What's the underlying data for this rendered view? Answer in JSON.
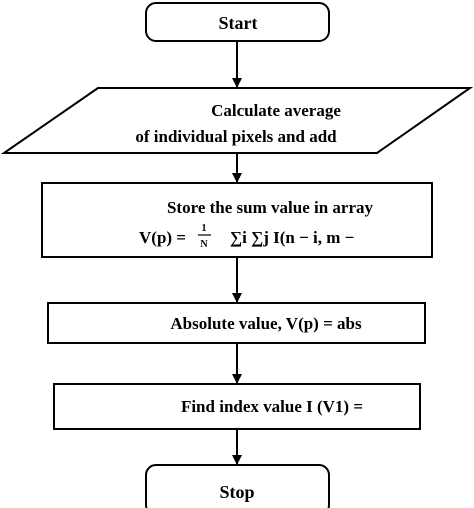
{
  "flowchart": {
    "start": {
      "label": "Start"
    },
    "input": {
      "line1": "Calculate average",
      "line2": "of individual pixels and add"
    },
    "store": {
      "line1": "Store the sum value in array",
      "formula_lhs": "V(p) =",
      "frac_num": "1",
      "frac_den": "N",
      "formula_rhs": "∑i ∑j I(n − i, m −"
    },
    "absolute": {
      "label": "Absolute value, V(p) = abs"
    },
    "find": {
      "label": "Find index value I (V1) ="
    },
    "stop": {
      "label": "Stop"
    }
  }
}
